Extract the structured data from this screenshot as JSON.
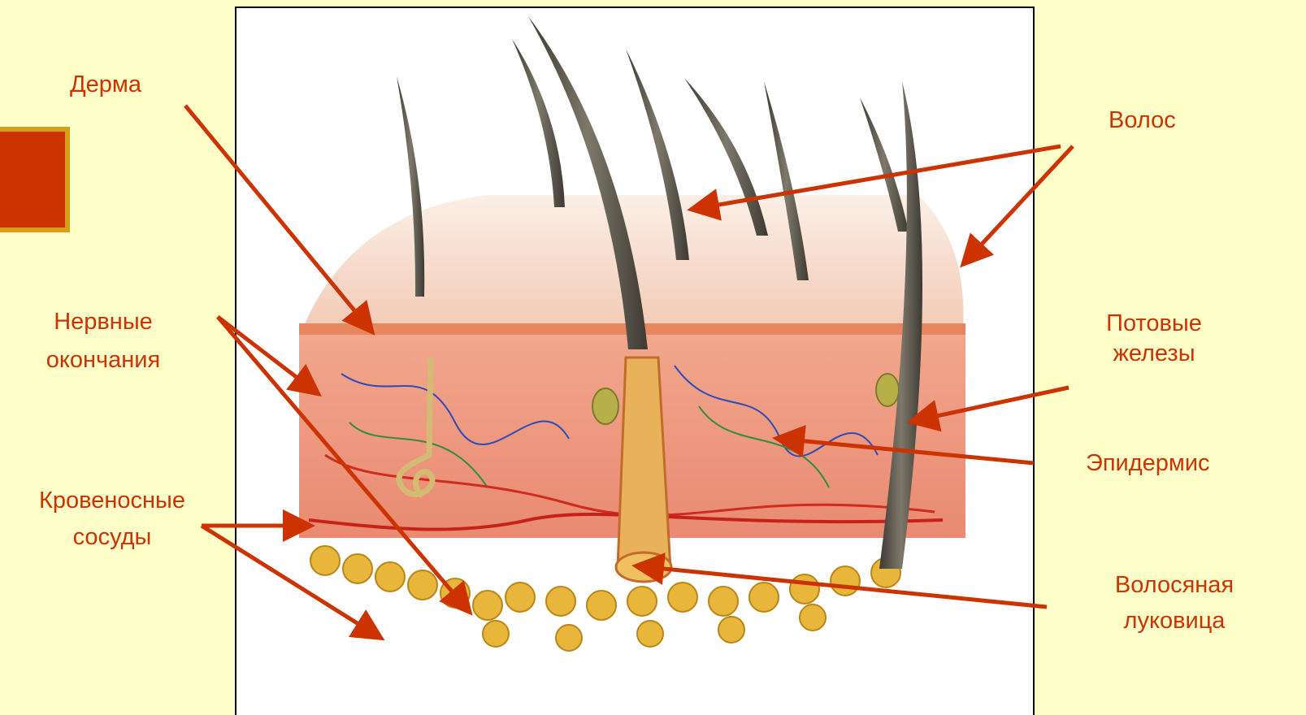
{
  "labels": {
    "derma": "Дерма",
    "nerve_endings_1": "Нервные",
    "nerve_endings_2": "окончания",
    "blood_vessels_1": "Кровеносные",
    "blood_vessels_2": "сосуды",
    "hair": "Волос",
    "sweat_glands_1": "Потовые",
    "sweat_glands_2": "железы",
    "epidermis": "Эпидермис",
    "hair_bulb_1": "Волосяная",
    "hair_bulb_2": "луковица"
  },
  "colors": {
    "background": "#FFFFC9",
    "label_text": "#CC3300",
    "arrow": "#CC3300",
    "accent_square": "#CC3300",
    "accent_border": "#D4A017"
  }
}
